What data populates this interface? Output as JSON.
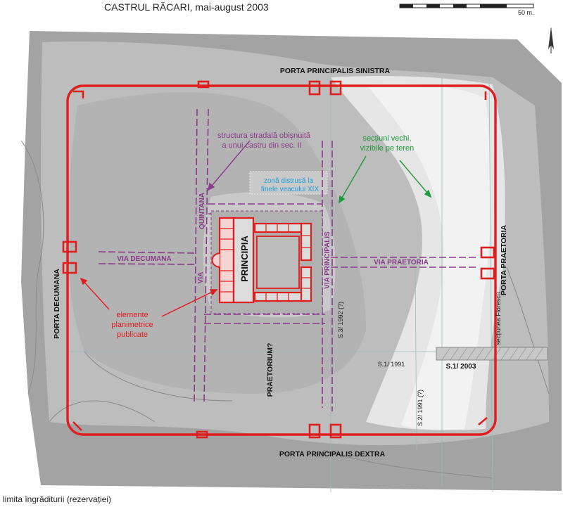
{
  "title": "CASTRUL RĂCARI, mai-august 2003",
  "footer": "limita îngrăditurii (rezervației)",
  "scale_label": "50 m.",
  "colors": {
    "wall": "#e01e1e",
    "road": "#8a3a8a",
    "green": "#1c9a3a",
    "cyan": "#1ea0d8",
    "terrain_dark": "#9c9c9c",
    "terrain_mid": "#bdbdbd",
    "terrain_light": "#dcdcdc",
    "terrain_pale": "#f1f1f1"
  },
  "labels": {
    "porta_sinistra": "PORTA PRINCIPALIS SINISTRA",
    "porta_dextra": "PORTA PRINCIPALIS DEXTRA",
    "porta_decumana": "PORTA DECUMANA",
    "porta_praetoria": "PORTA PRAETORIA",
    "via_decumana": "VIA DECUMANA",
    "via_praetoria": "VIA PRAETORIA",
    "via_quintana_1": "QUINTANA",
    "via_quintana_2": "VIA",
    "via_principalis": "VIA PRINCIPALIS",
    "principia": "PRINCIPIA",
    "praetorium": "PRAETORIUM?",
    "structura_1": "structura stradală obișnuită",
    "structura_2": "a unui castru din sec. II",
    "sectiuni_1": "secțiuni vechi,",
    "sectiuni_2": "vizibile pe teren",
    "zona_1": "zonă distrusă la",
    "zona_2": "finele veacului XIX",
    "elemente_1": "elemente",
    "elemente_2": "planimetrice",
    "elemente_3": "publicate",
    "s1_2003": "S.1/ 2003",
    "s1_1991": "S.1/ 1991",
    "s2_1991": "S.2/ 1991 (?)",
    "s3_1992": "S.3/ 1992 (?)",
    "florescu": "secțiunea Florescu"
  }
}
